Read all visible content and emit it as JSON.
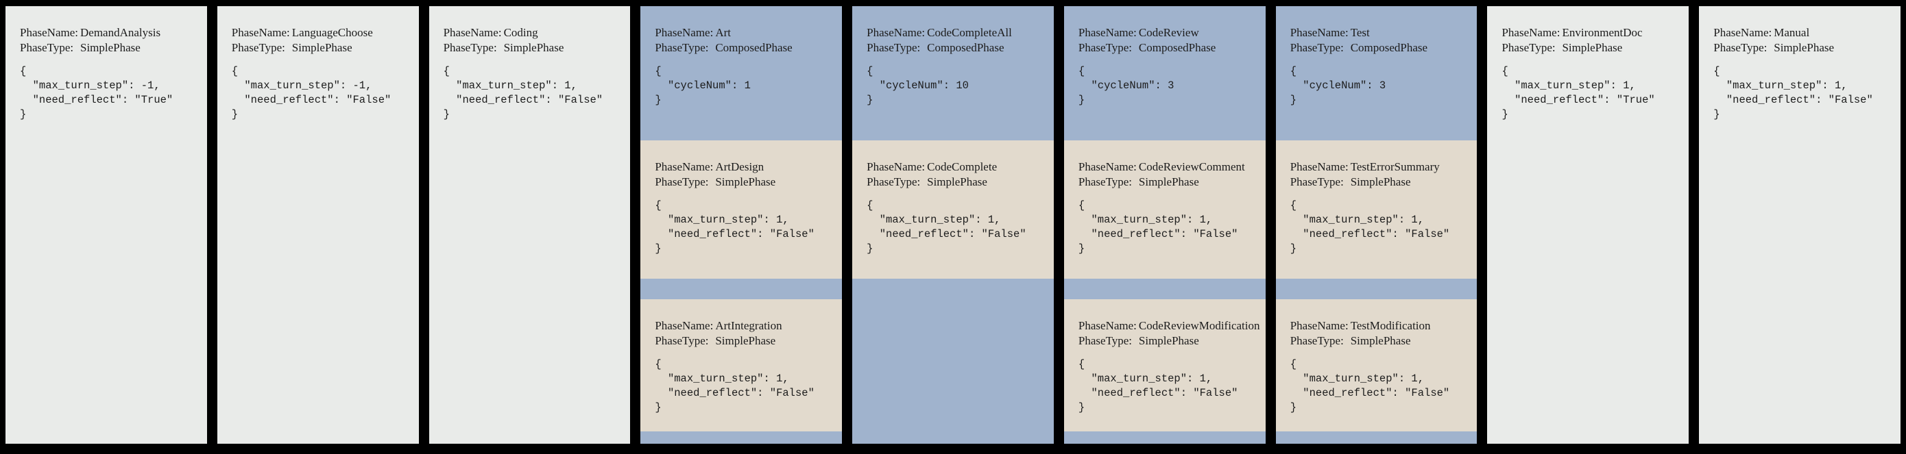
{
  "labels": {
    "phase_name": "PhaseName:",
    "phase_type": "PhaseType:"
  },
  "colors": {
    "page_bg": "#000000",
    "simple_phase_bg": "#e9ebe9",
    "composed_phase_bg": "#a0b3cd",
    "subphase_bg": "#e2dacd",
    "text": "#1c1c1c"
  },
  "phases": [
    {
      "name": "DemandAnalysis",
      "type": "SimplePhase",
      "params": "{\n  \"max_turn_step\": -1,\n  \"need_reflect\": \"True\"\n}"
    },
    {
      "name": "LanguageChoose",
      "type": "SimplePhase",
      "params": "{\n  \"max_turn_step\": -1,\n  \"need_reflect\": \"False\"\n}"
    },
    {
      "name": "Coding",
      "type": "SimplePhase",
      "params": "{\n  \"max_turn_step\": 1,\n  \"need_reflect\": \"False\"\n}"
    },
    {
      "name": "Art",
      "type": "ComposedPhase",
      "params": "{\n  \"cycleNum\": 1\n}",
      "subphases": [
        {
          "name": "ArtDesign",
          "type": "SimplePhase",
          "params": "{\n  \"max_turn_step\": 1,\n  \"need_reflect\": \"False\"\n}"
        },
        {
          "name": "ArtIntegration",
          "type": "SimplePhase",
          "params": "{\n  \"max_turn_step\": 1,\n  \"need_reflect\": \"False\"\n}"
        }
      ]
    },
    {
      "name": "CodeCompleteAll",
      "type": "ComposedPhase",
      "params": "{\n  \"cycleNum\": 10\n}",
      "subphases": [
        {
          "name": "CodeComplete",
          "type": "SimplePhase",
          "params": "{\n  \"max_turn_step\": 1,\n  \"need_reflect\": \"False\"\n}"
        }
      ]
    },
    {
      "name": "CodeReview",
      "type": "ComposedPhase",
      "params": "{\n  \"cycleNum\": 3\n}",
      "subphases": [
        {
          "name": "CodeReviewComment",
          "type": "SimplePhase",
          "params": "{\n  \"max_turn_step\": 1,\n  \"need_reflect\": \"False\"\n}"
        },
        {
          "name": "CodeReviewModification",
          "type": "SimplePhase",
          "params": "{\n  \"max_turn_step\": 1,\n  \"need_reflect\": \"False\"\n}"
        }
      ]
    },
    {
      "name": "Test",
      "type": "ComposedPhase",
      "params": "{\n  \"cycleNum\": 3\n}",
      "subphases": [
        {
          "name": "TestErrorSummary",
          "type": "SimplePhase",
          "params": "{\n  \"max_turn_step\": 1,\n  \"need_reflect\": \"False\"\n}"
        },
        {
          "name": "TestModification",
          "type": "SimplePhase",
          "params": "{\n  \"max_turn_step\": 1,\n  \"need_reflect\": \"False\"\n}"
        }
      ]
    },
    {
      "name": "EnvironmentDoc",
      "type": "SimplePhase",
      "params": "{\n  \"max_turn_step\": 1,\n  \"need_reflect\": \"True\"\n}"
    },
    {
      "name": "Manual",
      "type": "SimplePhase",
      "params": "{\n  \"max_turn_step\": 1,\n  \"need_reflect\": \"False\"\n}"
    }
  ]
}
